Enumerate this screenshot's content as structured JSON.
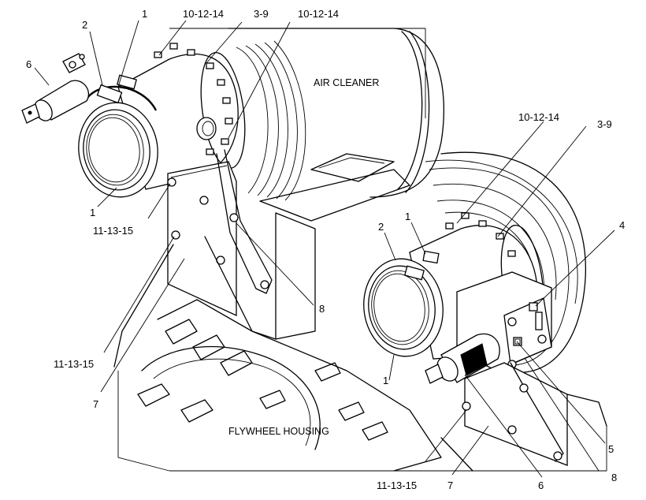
{
  "captions": {
    "air_cleaner": "AIR CLEANER",
    "flywheel_housing": "FLYWHEEL HOUSING"
  },
  "left_view": {
    "c1_top": "1",
    "c10_12_14_a": "10-12-14",
    "c3_9": "3-9",
    "c10_12_14_b": "10-12-14",
    "c2": "2",
    "c6": "6",
    "c1_bottom": "1",
    "c11_13_15_a": "11-13-15",
    "c11_13_15_b": "11-13-15",
    "c8": "8",
    "c7": "7"
  },
  "right_view": {
    "c10_12_14": "10-12-14",
    "c3_9": "3-9",
    "c2": "2",
    "c1_top": "1",
    "c4": "4",
    "c1_bottom": "1",
    "c5": "5",
    "c8": "8",
    "c11_13_15": "11-13-15",
    "c7": "7",
    "c6": "6"
  }
}
